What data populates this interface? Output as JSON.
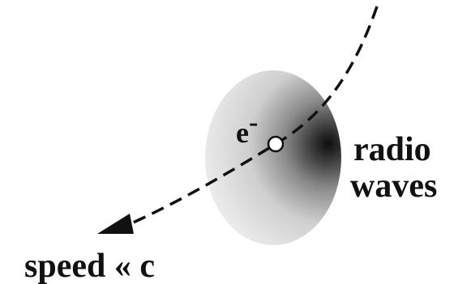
{
  "diagram": {
    "labels": {
      "electron_base": "e",
      "electron_superscript": "-",
      "radio_line1": "radio",
      "radio_line2": "waves",
      "speed_caption": "speed « c"
    },
    "colors": {
      "background": "#ffffff",
      "ink": "#111111",
      "lobe_light": "#f2f2f2",
      "lobe_dark": "#0d0d0d"
    }
  }
}
